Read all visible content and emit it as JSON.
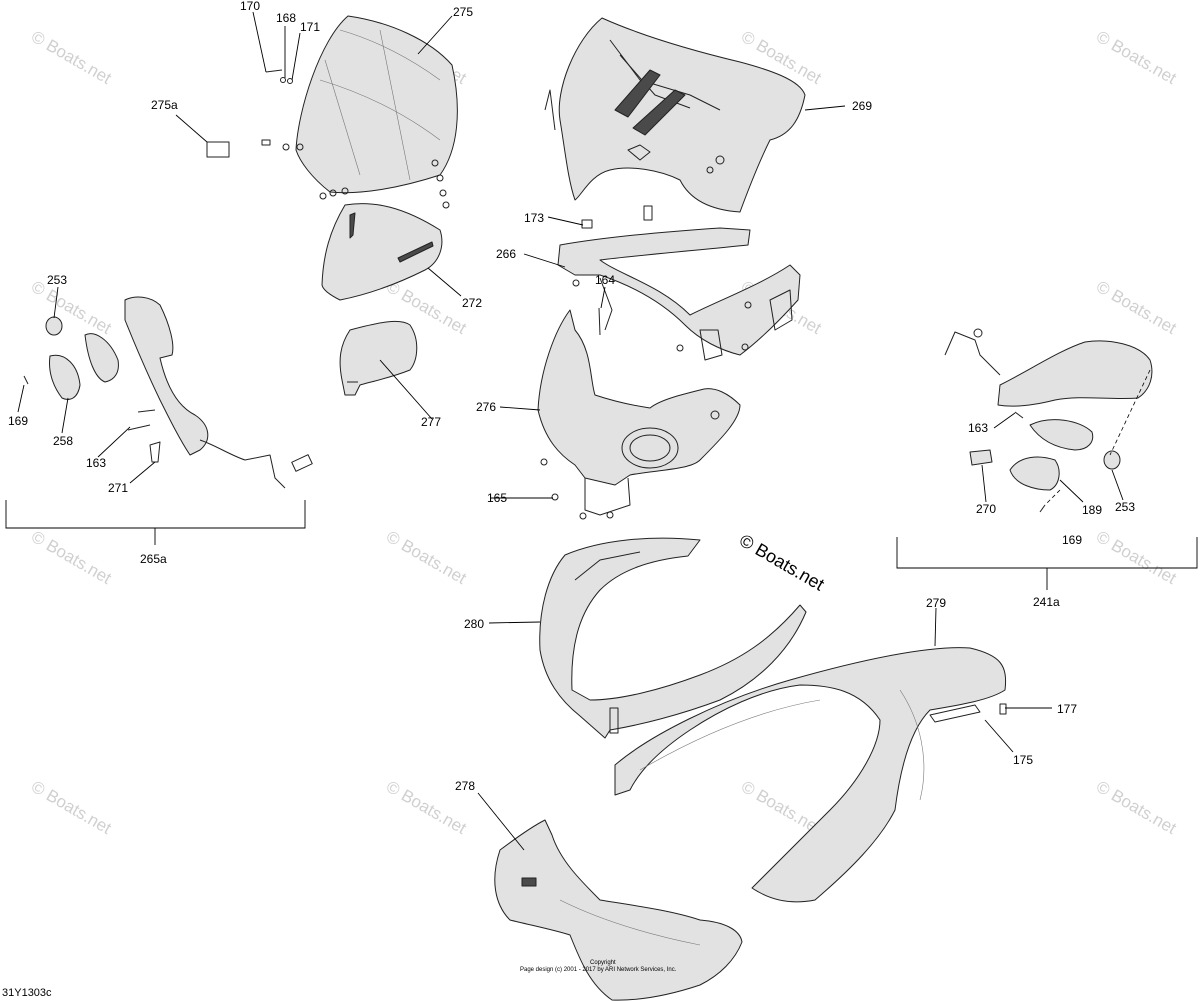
{
  "diagram": {
    "drawing_code": "31Y1303c",
    "copyright_label": "Copyright",
    "copyright_text": "Page design (c) 2001 - 2017 by ARI Network Services, Inc.",
    "center_watermark": "© Boats.net",
    "watermark_text": "© Boats.net"
  },
  "callouts": {
    "c170": "170",
    "c168": "168",
    "c171": "171",
    "c275": "275",
    "c275a": "275a",
    "c269": "269",
    "c173": "173",
    "c266": "266",
    "c164": "164",
    "c272": "272",
    "c277": "277",
    "c276": "276",
    "c165": "165",
    "c253_left": "253",
    "c169_left": "169",
    "c258": "258",
    "c163_left": "163",
    "c271": "271",
    "c265a": "265a",
    "c163_right": "163",
    "c270": "270",
    "c189": "189",
    "c253_right": "253",
    "c169_right": "169",
    "c241a": "241a",
    "c280": "280",
    "c279": "279",
    "c177": "177",
    "c175": "175",
    "c278": "278"
  }
}
